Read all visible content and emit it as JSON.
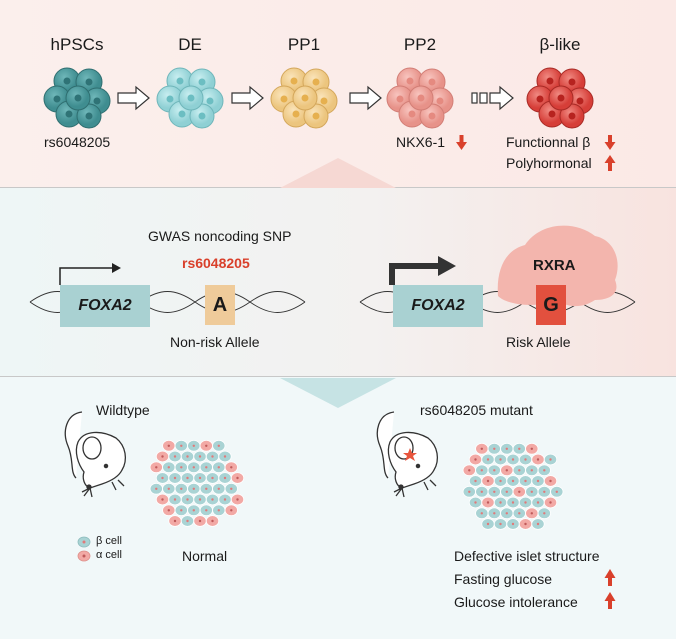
{
  "stages": {
    "s1": "hPSCs",
    "s2": "DE",
    "s3": "PP1",
    "s4": "PP2",
    "s5": "β-like"
  },
  "snp_top": "rs6048205",
  "nkx": "NKX6-1",
  "functional": "Functionnal β",
  "polyhormonal": "Polyhormonal",
  "middle": {
    "gwas": "GWAS noncoding SNP",
    "snp": "rs6048205",
    "gene": "FOXA2",
    "allele_nonrisk": "A",
    "allele_risk": "G",
    "nonrisk_label": "Non-risk Allele",
    "risk_label": "Risk Allele",
    "rxra": "RXRA"
  },
  "bottom": {
    "wildtype": "Wildtype",
    "mutant": "rs6048205 mutant",
    "beta_cell": "β cell",
    "alpha_cell": "α cell",
    "normal": "Normal",
    "defective": "Defective islet structure",
    "fasting": "Fasting glucose",
    "intolerance": "Glucose intolerance"
  },
  "colors": {
    "hpsc": "#4e9da0",
    "de": "#a7dde0",
    "pp1": "#f2d29a",
    "pp2": "#f0aaa3",
    "beta_like": "#e0504a",
    "arrow_red": "#d9402b",
    "beta_cell": "#a9d3d4",
    "alpha_cell": "#f2a9a5"
  },
  "icons": {
    "up": "red-up-arrow-icon",
    "down": "red-down-arrow-icon"
  }
}
